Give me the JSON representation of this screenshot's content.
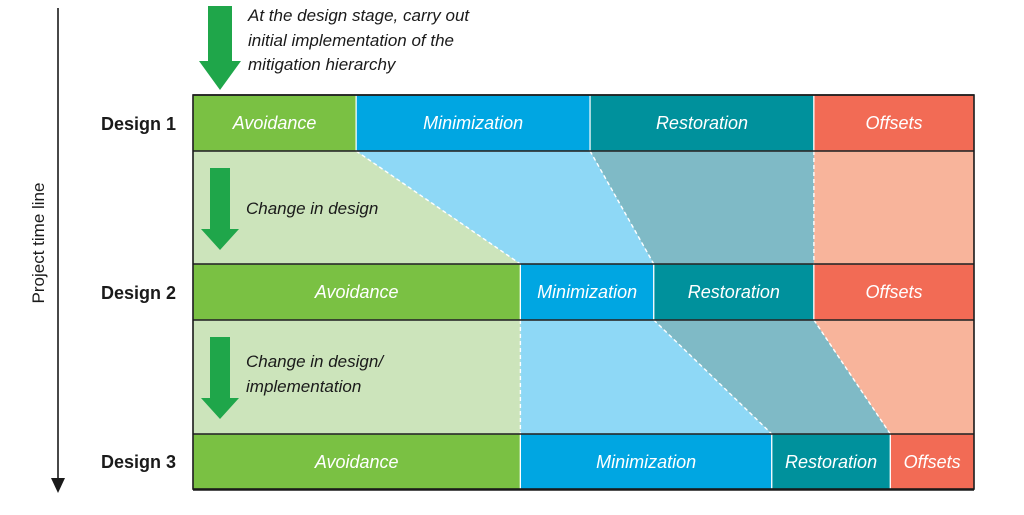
{
  "intro_note": {
    "lines": [
      "At the design stage, carry out",
      "initial implementation of the",
      "mitigation hierarchy"
    ]
  },
  "axis": {
    "label": "Project time line"
  },
  "colors": {
    "avoidance": "#7ac143",
    "minimization": "#00a6e2",
    "restoration": "#00919c",
    "offsets": "#f26b55",
    "avoidance_light": "#cce4bb",
    "minimization_light": "#8ed8f6",
    "restoration_light": "#7fbac6",
    "offsets_light": "#f8b49b",
    "arrow": "#1fa64a"
  },
  "designs": [
    {
      "label": "Design 1",
      "segments": [
        {
          "label": "Avoidance",
          "share": 0.2089
        },
        {
          "label": "Minimization",
          "share": 0.2995
        },
        {
          "label": "Restoration",
          "share": 0.2866
        },
        {
          "label": "Offsets",
          "share": 0.205
        }
      ]
    },
    {
      "label": "Design 2",
      "segments": [
        {
          "label": "Avoidance",
          "share": 0.4192
        },
        {
          "label": "Minimization",
          "share": 0.1708
        },
        {
          "label": "Restoration",
          "share": 0.205
        },
        {
          "label": "Offsets",
          "share": 0.205
        }
      ]
    },
    {
      "label": "Design 3",
      "segments": [
        {
          "label": "Avoidance",
          "share": 0.4192
        },
        {
          "label": "Minimization",
          "share": 0.3219
        },
        {
          "label": "Restoration",
          "share": 0.1518
        },
        {
          "label": "Offsets",
          "share": 0.1071
        }
      ]
    }
  ],
  "transitions": [
    {
      "note": [
        "Change in design"
      ]
    },
    {
      "note": [
        "Change in design/",
        "implementation"
      ]
    }
  ]
}
